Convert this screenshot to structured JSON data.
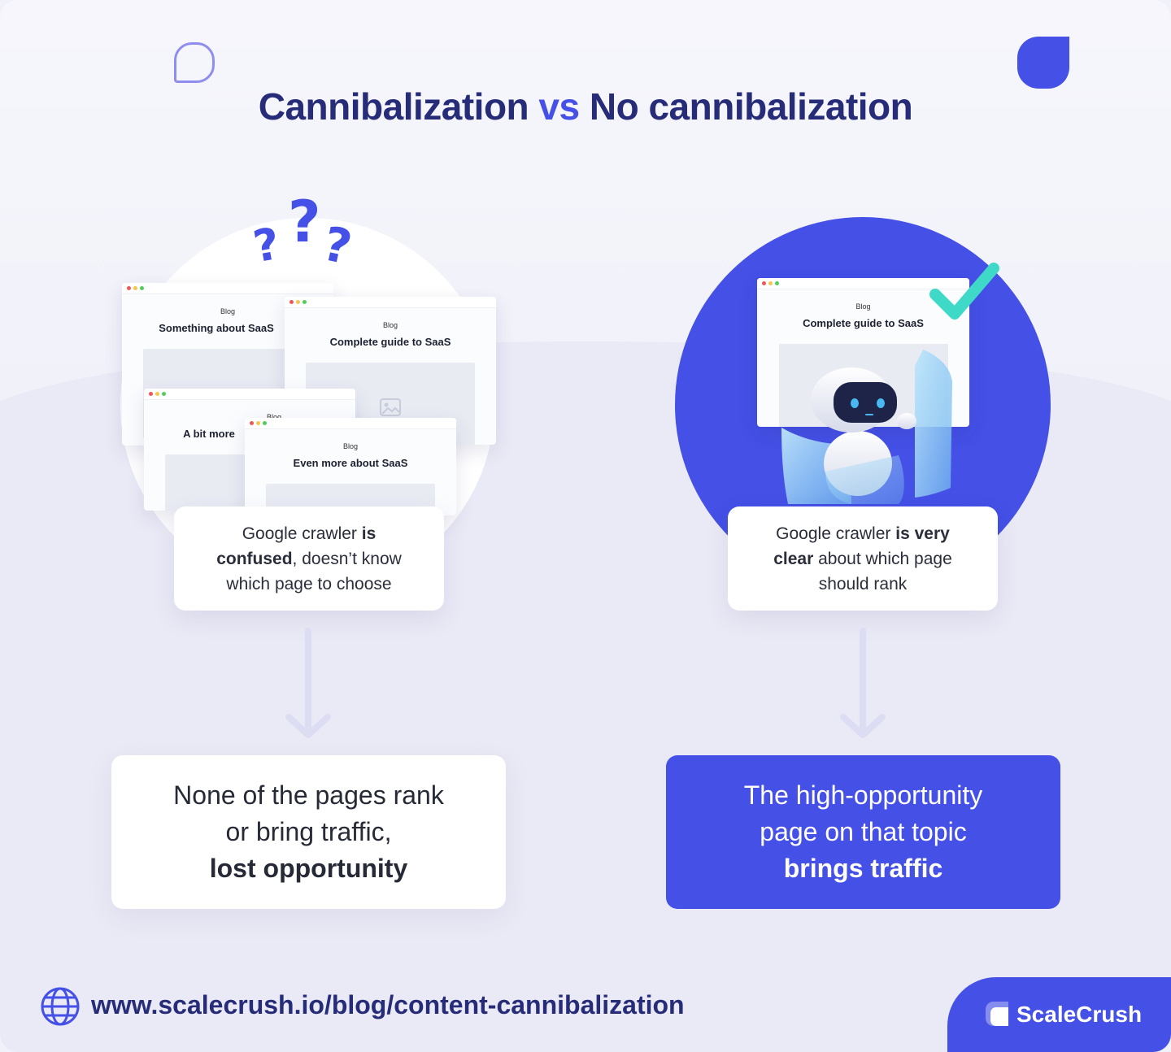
{
  "headline": {
    "part1": "Cannibalization",
    "vs": "vs",
    "part2": "No cannibalization"
  },
  "left": {
    "question_marks": [
      "?",
      "?",
      "?"
    ],
    "pages": [
      {
        "category": "Blog",
        "title": "Something about SaaS"
      },
      {
        "category": "Blog",
        "title": "Complete guide to SaaS"
      },
      {
        "category": "Blog",
        "title": "A bit more"
      },
      {
        "category": "Blog",
        "title": "Even more about SaaS"
      }
    ],
    "caption": {
      "t1": "Google crawler ",
      "b1": "is",
      "b2": "confused",
      "t2": ", doesn’t know",
      "t3": "which page to choose"
    },
    "result": {
      "line1": "None of the pages rank",
      "line2": "or bring traffic,",
      "bold": "lost opportunity"
    }
  },
  "right": {
    "page": {
      "category": "Blog",
      "title": "Complete guide to SaaS"
    },
    "caption": {
      "t1": "Google crawler ",
      "b1": "is very",
      "b2": "clear",
      "t2": " about which page",
      "t3": "should rank"
    },
    "result": {
      "line1": "The high-opportunity",
      "line2": "page on that topic",
      "bold": "brings traffic"
    }
  },
  "footer": {
    "url": "www.scalecrush.io/blog/content-cannibalization",
    "brand": "ScaleCrush"
  },
  "colors": {
    "accent": "#4450e6",
    "navy": "#262c78",
    "check": "#3fd9c8"
  }
}
